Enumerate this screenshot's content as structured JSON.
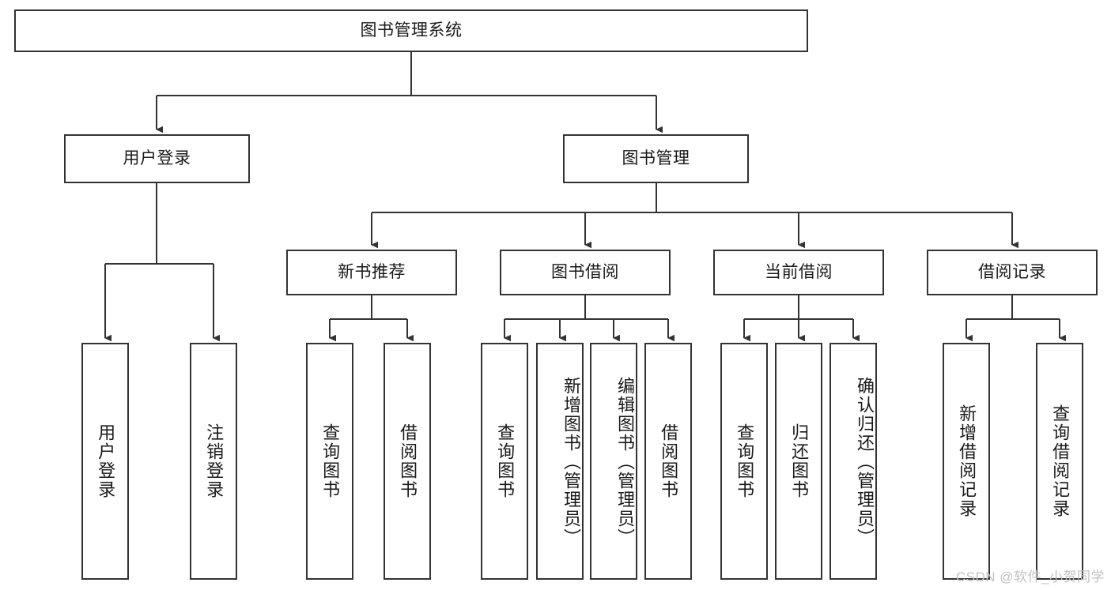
{
  "diagram": {
    "title": "图书管理系统",
    "type": "tree",
    "watermark": "CSDN @软件_小贺同学",
    "colors": {
      "stroke": "#333333",
      "fill": "#ffffff",
      "text": "#1a1a1a",
      "watermark": "#c2c2c2"
    },
    "root": {
      "label": "图书管理系统",
      "orientation": "horizontal"
    },
    "level2": [
      {
        "label": "用户登录",
        "orientation": "horizontal"
      },
      {
        "label": "图书管理",
        "orientation": "horizontal"
      }
    ],
    "level3": [
      {
        "label": "新书推荐",
        "orientation": "horizontal"
      },
      {
        "label": "图书借阅",
        "orientation": "horizontal"
      },
      {
        "label": "当前借阅",
        "orientation": "horizontal"
      },
      {
        "label": "借阅记录",
        "orientation": "horizontal"
      }
    ],
    "leaves": {
      "user_login": [
        {
          "label": "用户登录",
          "orientation": "vertical"
        },
        {
          "label": "注销登录",
          "orientation": "vertical"
        }
      ],
      "new_book_recommend": [
        {
          "label": "查询图书",
          "orientation": "vertical"
        },
        {
          "label": "借阅图书",
          "orientation": "vertical"
        }
      ],
      "book_borrow": [
        {
          "label": "查询图书",
          "orientation": "vertical"
        },
        {
          "label": "新增图书（管理员）",
          "orientation": "vertical"
        },
        {
          "label": "编辑图书（管理员）",
          "orientation": "vertical"
        },
        {
          "label": "借阅图书",
          "orientation": "vertical"
        }
      ],
      "current_borrow": [
        {
          "label": "查询图书",
          "orientation": "vertical"
        },
        {
          "label": "归还图书",
          "orientation": "vertical"
        },
        {
          "label": "确认归还（管理员）",
          "orientation": "vertical"
        }
      ],
      "borrow_record": [
        {
          "label": "新增借阅记录",
          "orientation": "vertical"
        },
        {
          "label": "查询借阅记录",
          "orientation": "vertical"
        }
      ]
    }
  }
}
